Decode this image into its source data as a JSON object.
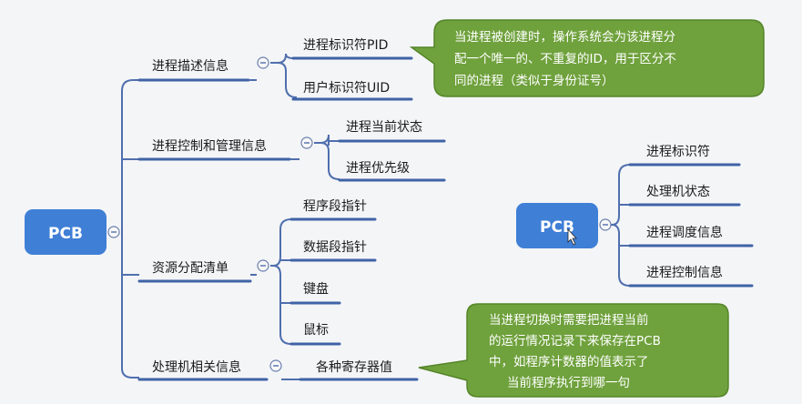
{
  "left_map": {
    "root": "PCB",
    "groups": [
      {
        "label": "进程描述信息",
        "children": [
          "进程标识符PID",
          "用户标识符UID"
        ]
      },
      {
        "label": "进程控制和管理信息",
        "children": [
          "进程当前状态",
          "进程优先级"
        ]
      },
      {
        "label": "资源分配清单",
        "children": [
          "程序段指针",
          "数据段指针",
          "键盘",
          "鼠标"
        ]
      },
      {
        "label": "处理机相关信息",
        "children": [
          "各种寄存器值"
        ]
      }
    ]
  },
  "right_map": {
    "root": "PCB",
    "children": [
      "进程标识符",
      "处理机状态",
      "进程调度信息",
      "进程控制信息"
    ]
  },
  "callouts": [
    {
      "lines": [
        "当进程被创建时，操作系统会为该进程分",
        "配一个唯一的、不重复的ID，用于区分不",
        "同的进程（类似于身份证号）"
      ]
    },
    {
      "lines": [
        "当进程切换时需要把进程当前",
        "的运行情况记录下来保存在PCB",
        "中，如程序计数器的值表示了",
        "当前程序执行到哪一句"
      ]
    }
  ],
  "colors": {
    "root_fill": "#3f7fd6",
    "line": "#4f6fae",
    "underline": "#3f63a6",
    "callout_fill": "#6fa13c",
    "callout_stroke": "#55852a"
  }
}
